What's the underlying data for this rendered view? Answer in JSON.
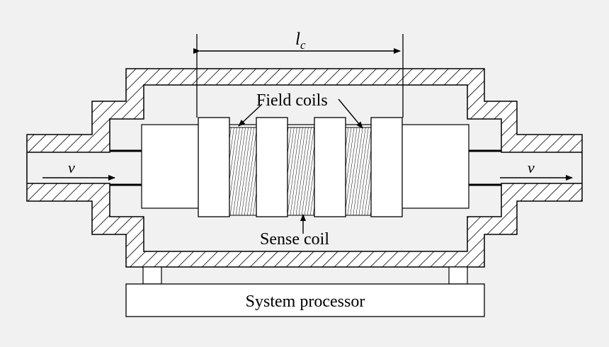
{
  "labels": {
    "length": "l",
    "length_subscript": "c",
    "field_coils": "Field coils",
    "sense_coil": "Sense coil",
    "velocity_in": "v",
    "velocity_out": "v",
    "processor": "System processor"
  },
  "colors": {
    "background": "#f1f1f1",
    "stroke": "#000000",
    "fill": "#ffffff"
  }
}
